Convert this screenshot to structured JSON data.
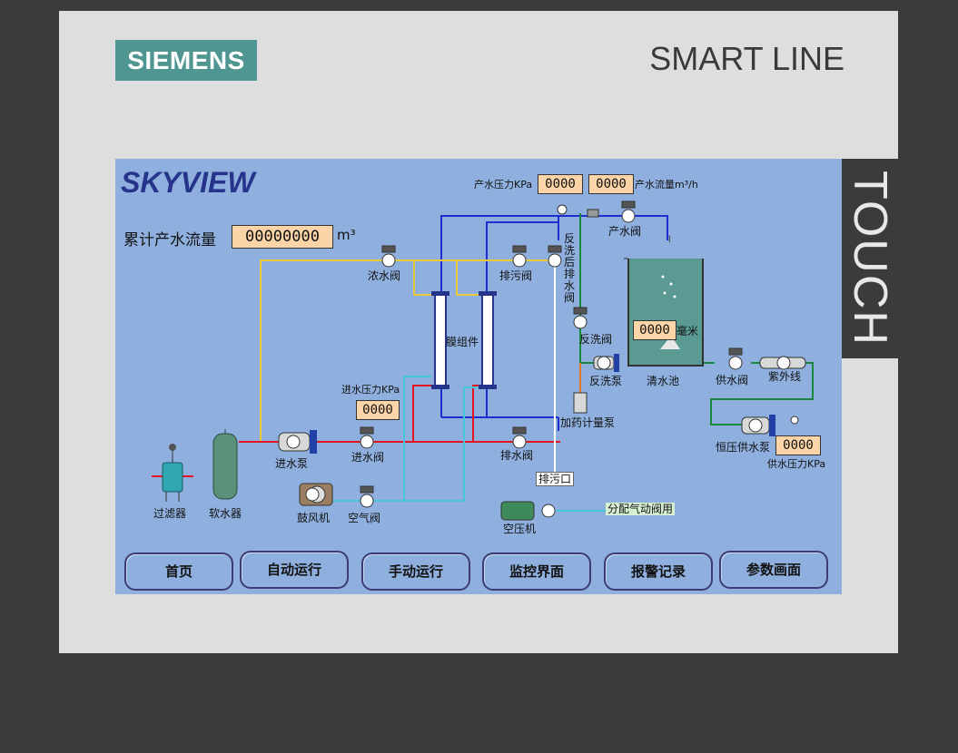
{
  "bezel": {
    "brand": "SIEMENS",
    "series": "SMART LINE",
    "touch": "TOUCH"
  },
  "hmi": {
    "logo": "SKYVIEW",
    "total_flow": {
      "label": "累计产水流量",
      "value": "00000000",
      "unit": "m³"
    },
    "product_pressure": {
      "label": "产水压力KPa",
      "value": "0000"
    },
    "product_flow": {
      "label": "产水流量m³/h",
      "value": "0000"
    },
    "inlet_pressure": {
      "label": "进水压力KPa",
      "value": "0000"
    },
    "tank_level": {
      "value": "0000",
      "unit": "毫米"
    },
    "supply_pressure": {
      "label": "供水压力KPa",
      "value": "0000"
    },
    "components": {
      "concentrate_valve": "浓水阀",
      "drain_valve_top": "排污阀",
      "backwash_drain_valve": [
        "反",
        "洗",
        "后",
        "排",
        "水",
        "阀"
      ],
      "product_valve": "产水阀",
      "membrane": "膜组件",
      "backwash_valve": "反洗阀",
      "backwash_pump": "反洗泵",
      "clear_tank": "清水池",
      "supply_valve": "供水阀",
      "uv": "紫外线",
      "dosing_pump": "加药计量泵",
      "const_pressure_pump": "恒压供水泵",
      "inlet_pump": "进水泵",
      "inlet_valve": "进水阀",
      "drain_valve_bottom": "排水阀",
      "drain_outlet": "排污口",
      "filter": "过滤器",
      "softener": "软水器",
      "blower": "鼓风机",
      "air_valve": "空气阀",
      "air_compressor": "空压机",
      "pneumatic_dist": "分配气动阀用"
    }
  },
  "nav": [
    "首页",
    "自动运行",
    "手动运行",
    "监控界面",
    "报警记录",
    "参数画面"
  ],
  "colors": {
    "screen_bg": "#8fb0de",
    "display_bg": "#fbd5a7",
    "pipe_red": "#e4161d",
    "pipe_yellow": "#e7c93a",
    "pipe_blue": "#1e2fd0",
    "pipe_green": "#1a8a3a",
    "pipe_cyan": "#45c6dc"
  }
}
